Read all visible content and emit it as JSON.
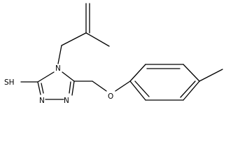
{
  "molecule": {
    "labels": {
      "thiol": "SH",
      "ring_n4": "N",
      "ring_n1": "N",
      "ring_n2": "N",
      "ether_o": "O"
    }
  }
}
